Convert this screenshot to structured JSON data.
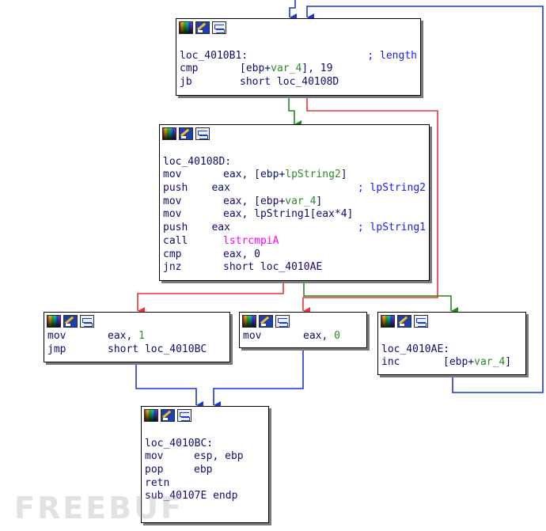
{
  "watermark": "FREEBUF",
  "colors": {
    "true_edge": "#1d8a1d",
    "false_edge": "#ee3333",
    "uncond_edge": "#1a36d6"
  },
  "icons": [
    "graph-overview-icon",
    "edit-icon",
    "xref-icon"
  ],
  "blocks": {
    "b1": {
      "lines": [
        {
          "label": "loc_4010B1:",
          "comment": "; length"
        },
        {
          "mn": "cmp",
          "op": "[ebp+",
          "opv": "var_4",
          "op2": "], 19"
        },
        {
          "mn": "jb",
          "op": "short loc_40108D"
        }
      ]
    },
    "b2": {
      "lines": [
        {
          "label": "loc_40108D:"
        },
        {
          "mn": "mov",
          "op": "eax, [ebp+",
          "opv": "lpString2",
          "op2": "]"
        },
        {
          "mn": "push",
          "op": "eax",
          "comment": "; lpString2"
        },
        {
          "mn": "mov",
          "op": "eax, [ebp+",
          "opv": "var_4",
          "op2": "]"
        },
        {
          "mn": "mov",
          "op": "eax, lpString1[eax*4]"
        },
        {
          "mn": "push",
          "op": "eax",
          "comment": "; lpString1"
        },
        {
          "mn": "call",
          "opp": "lstrcmpiA"
        },
        {
          "mn": "cmp",
          "op": "eax, 0"
        },
        {
          "mn": "jnz",
          "op": "short loc_4010AE"
        }
      ]
    },
    "b3": {
      "lines": [
        {
          "mn": "mov",
          "op": "eax, ",
          "opv": "1"
        },
        {
          "mn": "jmp",
          "op": "short loc_4010BC"
        }
      ]
    },
    "b4": {
      "lines": [
        {
          "mn": "mov",
          "op": "eax, ",
          "opv": "0"
        }
      ]
    },
    "b5": {
      "lines": [
        {
          "label": "loc_4010AE:"
        },
        {
          "mn": "inc",
          "op": "[ebp+",
          "opv": "var_4",
          "op2": "]"
        }
      ]
    },
    "b6": {
      "lines": [
        {
          "label": "loc_4010BC:"
        },
        {
          "mn": "mov",
          "op": "esp, ebp"
        },
        {
          "mn": "pop",
          "op": "ebp"
        },
        {
          "mn": "retn"
        },
        {
          "label": "sub_40107E endp"
        }
      ]
    }
  }
}
